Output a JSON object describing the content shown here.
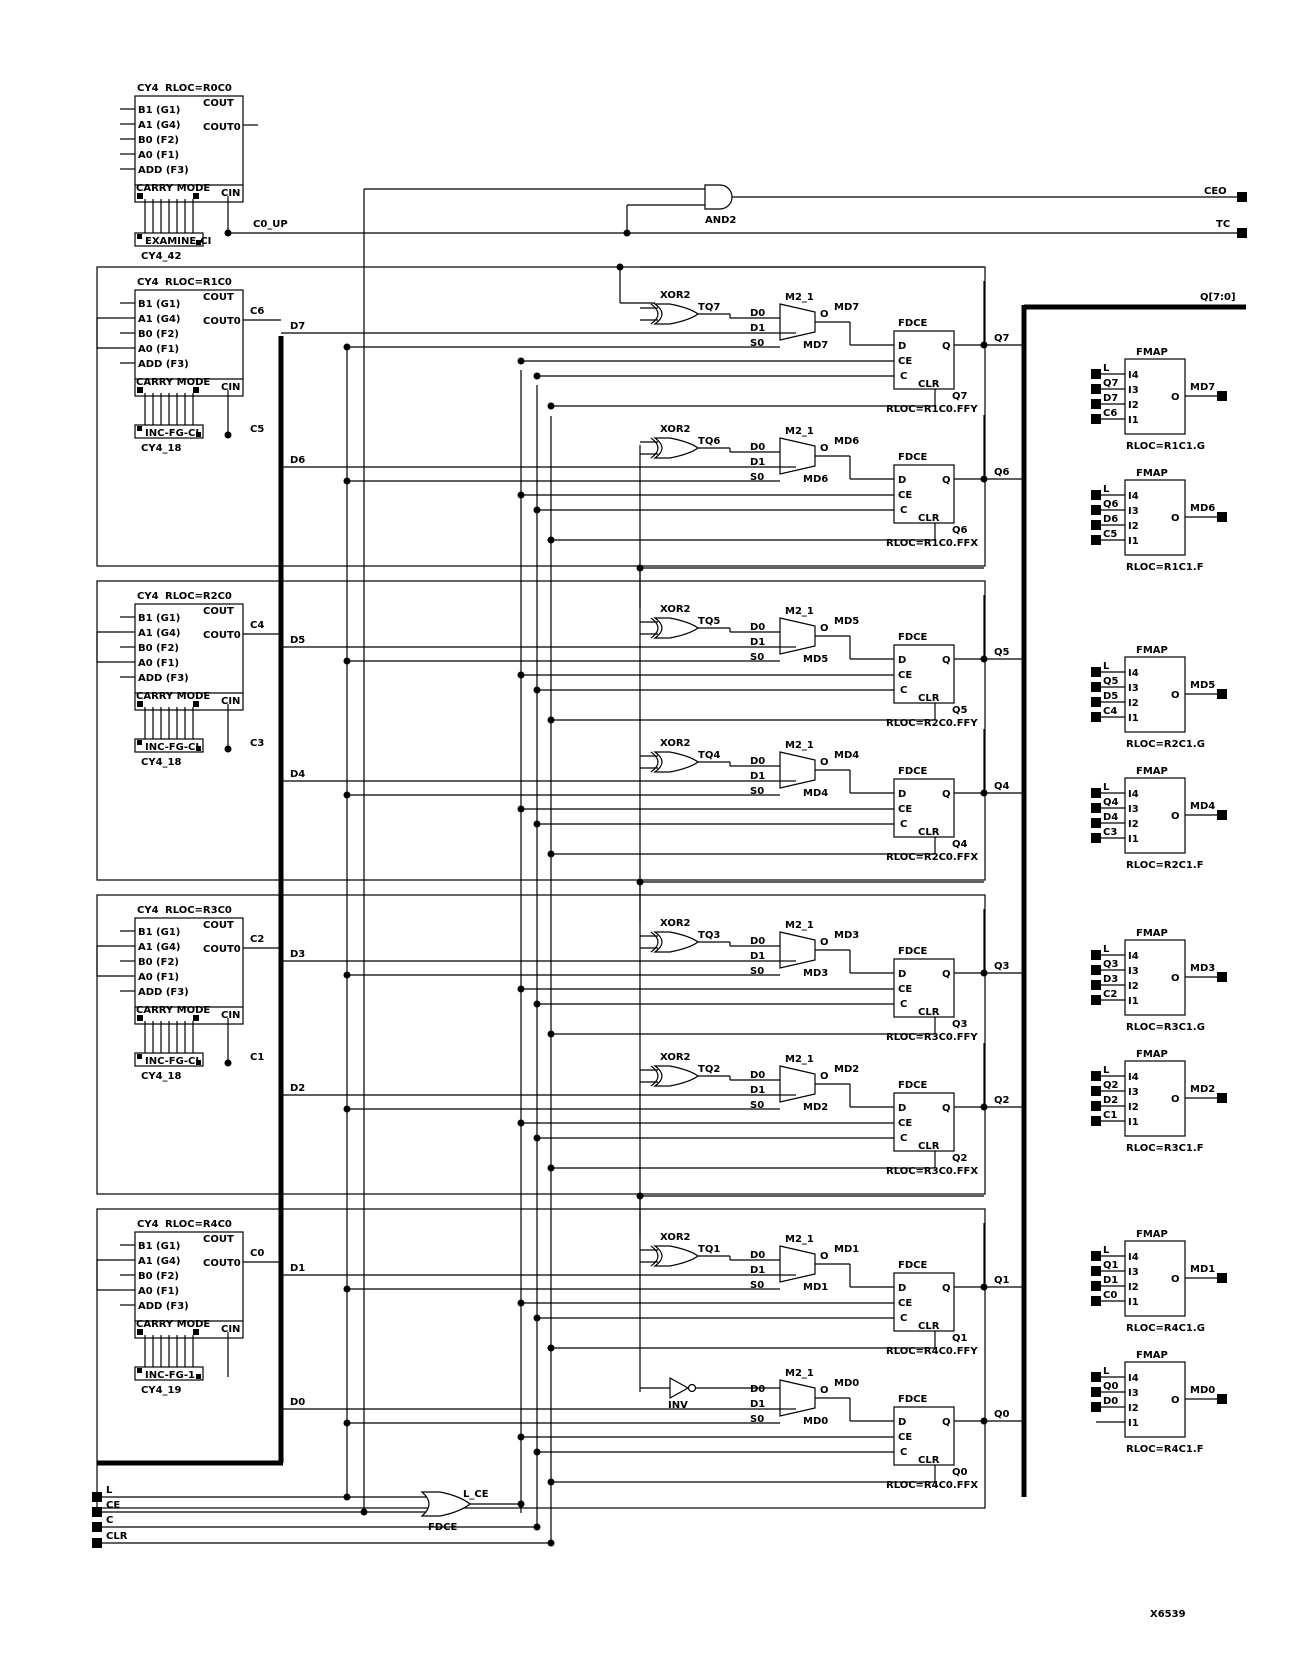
{
  "figure_id": "X6539",
  "bus_label": "Q[7:0]",
  "outputs": {
    "ceo": "CEO",
    "tc": "TC"
  },
  "and_gate": {
    "label": "AND2"
  },
  "c0_up_label": "C0_UP",
  "cy4_pins": {
    "b1": "B1 (G1)",
    "a1": "A1 (G4)",
    "b0": "B0 (F2)",
    "a0": "A0 (F1)",
    "add": "ADD (F3)",
    "cout": "COUT",
    "cout0": "COUT0",
    "cin": "CIN",
    "carry_mode": "CARRY MODE",
    "type": "CY4"
  },
  "cy4_blocks": [
    {
      "rloc": "RLOC=R0C0",
      "mode": "EXAMINE-CI",
      "name": "CY4_42",
      "cout_label": ""
    },
    {
      "rloc": "RLOC=R1C0",
      "mode": "INC-FG-CI",
      "name": "CY4_18",
      "cout_label": "C6"
    },
    {
      "rloc": "RLOC=R2C0",
      "mode": "INC-FG-CI",
      "name": "CY4_18",
      "cout_label": "C4"
    },
    {
      "rloc": "RLOC=R3C0",
      "mode": "INC-FG-CI",
      "name": "CY4_18",
      "cout_label": "C2"
    },
    {
      "rloc": "RLOC=R4C0",
      "mode": "INC-FG-1",
      "name": "CY4_19",
      "cout_label": "C0"
    }
  ],
  "cin_labels": [
    "C5",
    "C3",
    "C1"
  ],
  "gate_labels": {
    "xor": "XOR2",
    "inv": "INV",
    "mux": "M2_1",
    "mux_out": "O",
    "ff": "FDCE",
    "ff_d": "D",
    "ff_ce": "CE",
    "ff_c": "C",
    "ff_clr": "CLR",
    "ff_q": "Q",
    "mux_d0": "D0",
    "mux_d1": "D1",
    "mux_s0": "S0"
  },
  "bits": [
    {
      "d": "D7",
      "tq": "TQ7",
      "md": "MD7",
      "q": "Q7",
      "rloc": "RLOC=R1C0.FFY"
    },
    {
      "d": "D6",
      "tq": "TQ6",
      "md": "MD6",
      "q": "Q6",
      "rloc": "RLOC=R1C0.FFX"
    },
    {
      "d": "D5",
      "tq": "TQ5",
      "md": "MD5",
      "q": "Q5",
      "rloc": "RLOC=R2C0.FFY"
    },
    {
      "d": "D4",
      "tq": "TQ4",
      "md": "MD4",
      "q": "Q4",
      "rloc": "RLOC=R2C0.FFX"
    },
    {
      "d": "D3",
      "tq": "TQ3",
      "md": "MD3",
      "q": "Q3",
      "rloc": "RLOC=R3C0.FFY"
    },
    {
      "d": "D2",
      "tq": "TQ2",
      "md": "MD2",
      "q": "Q2",
      "rloc": "RLOC=R3C0.FFX"
    },
    {
      "d": "D1",
      "tq": "TQ1",
      "md": "MD1",
      "q": "Q1",
      "rloc": "RLOC=R4C0.FFY"
    },
    {
      "d": "D0",
      "tq": "",
      "md": "MD0",
      "q": "Q0",
      "rloc": "RLOC=R4C0.FFX"
    }
  ],
  "fmap": {
    "title": "FMAP",
    "i4": "I4",
    "i3": "I3",
    "i2": "I2",
    "i1": "I1",
    "o": "O",
    "l": "L",
    "blocks": [
      {
        "q": "Q7",
        "d": "D7",
        "c": "C6",
        "md": "MD7",
        "rloc": "RLOC=R1C1.G"
      },
      {
        "q": "Q6",
        "d": "D6",
        "c": "C5",
        "md": "MD6",
        "rloc": "RLOC=R1C1.F"
      },
      {
        "q": "Q5",
        "d": "D5",
        "c": "C4",
        "md": "MD5",
        "rloc": "RLOC=R2C1.G"
      },
      {
        "q": "Q4",
        "d": "D4",
        "c": "C3",
        "md": "MD4",
        "rloc": "RLOC=R2C1.F"
      },
      {
        "q": "Q3",
        "d": "D3",
        "c": "C2",
        "md": "MD3",
        "rloc": "RLOC=R3C1.G"
      },
      {
        "q": "Q2",
        "d": "D2",
        "c": "C1",
        "md": "MD2",
        "rloc": "RLOC=R3C1.F"
      },
      {
        "q": "Q1",
        "d": "D1",
        "c": "C0",
        "md": "MD1",
        "rloc": "RLOC=R4C1.G"
      },
      {
        "q": "Q0",
        "d": "D0",
        "c": "",
        "md": "MD0",
        "rloc": "RLOC=R4C1.F"
      }
    ]
  },
  "inputs": [
    "L",
    "CE",
    "C",
    "CLR"
  ],
  "lce": {
    "label": "L_CE",
    "gate": "FDCE"
  }
}
